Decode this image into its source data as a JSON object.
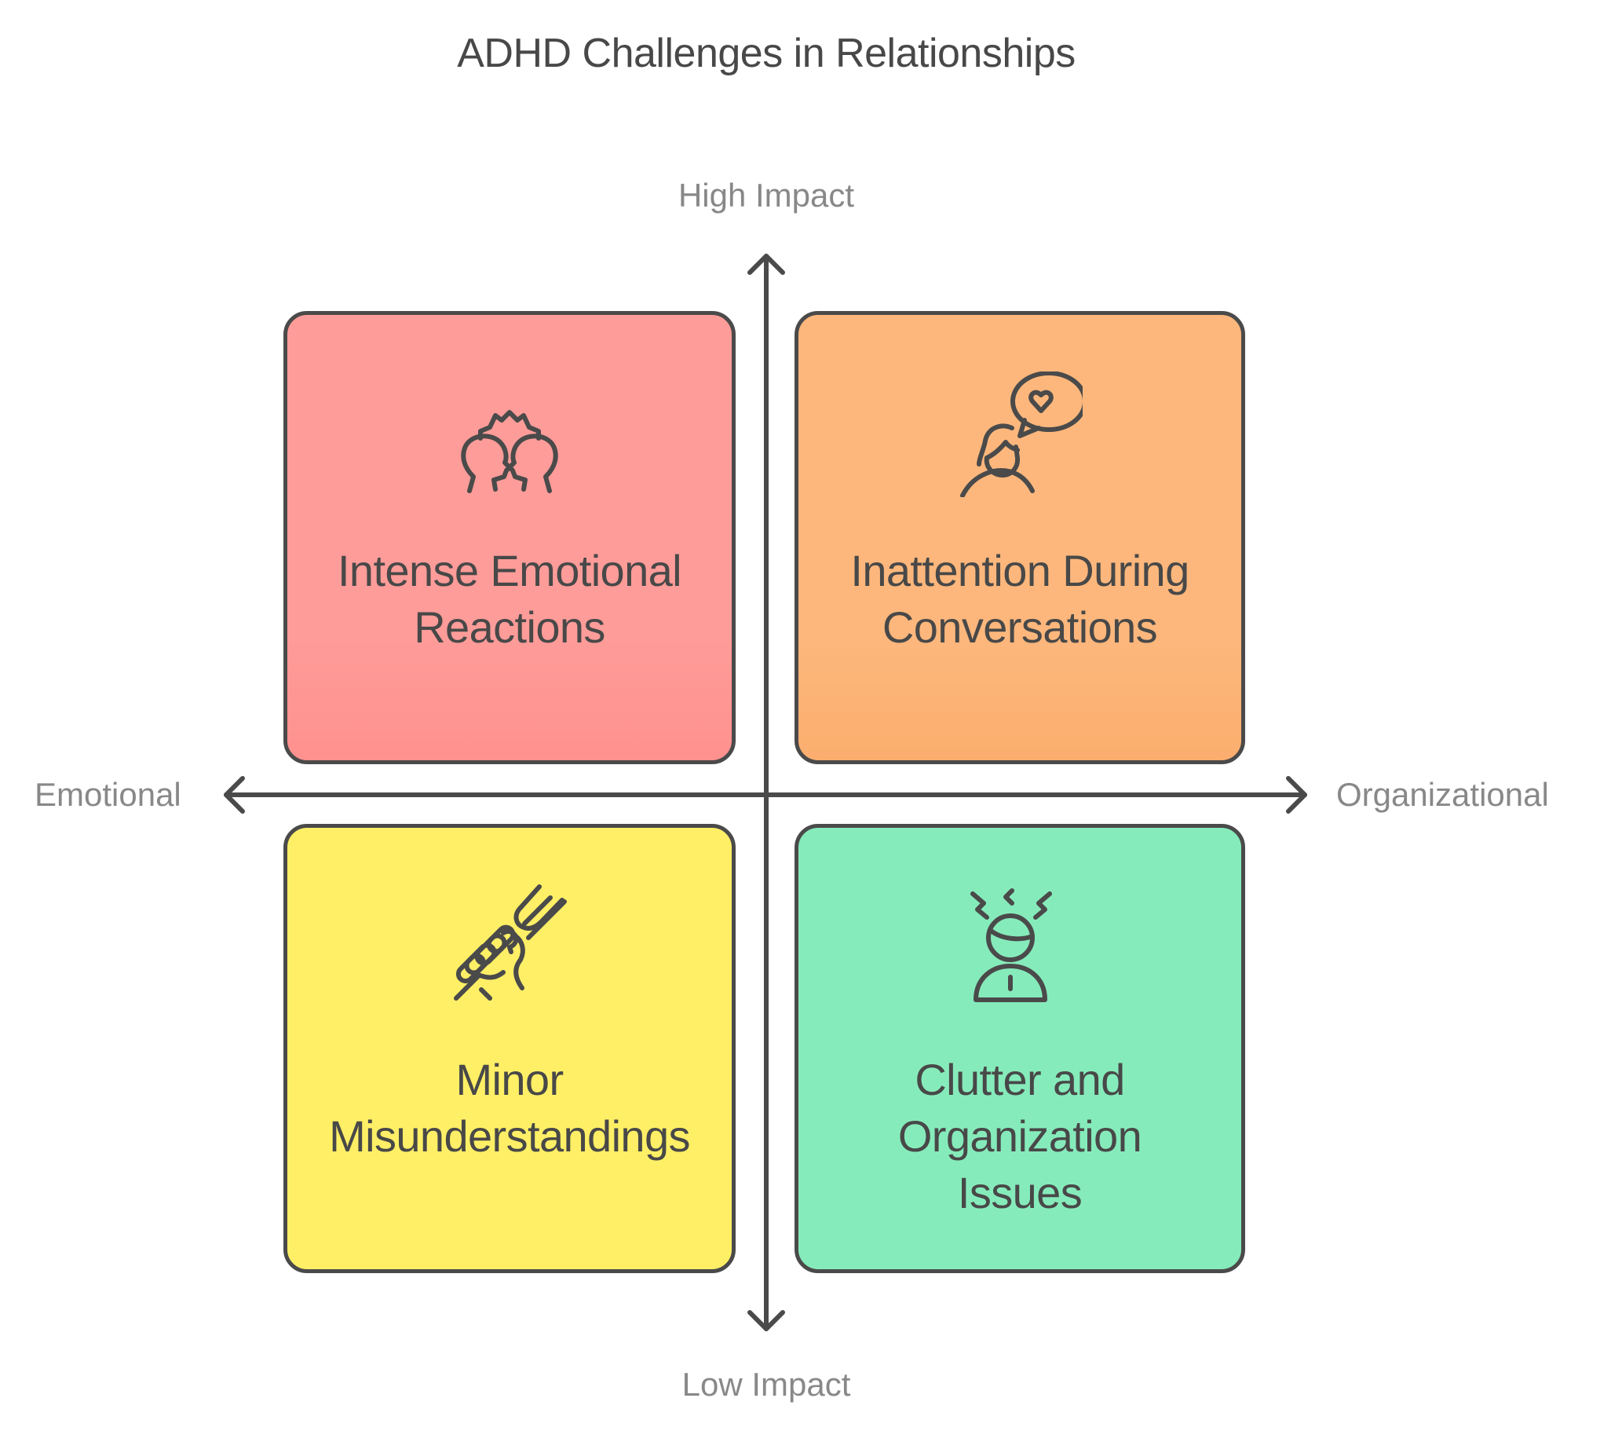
{
  "title": "ADHD Challenges in Relationships",
  "axes": {
    "top": "High Impact",
    "bottom": "Low Impact",
    "left": "Emotional",
    "right": "Organizational"
  },
  "quadrants": [
    {
      "position": "top-left",
      "lines": [
        "Intense Emotional",
        "Reactions"
      ],
      "icon": "two-heads-conflict-icon",
      "color_top": "#fe9c99",
      "color_bottom": "#ff918e"
    },
    {
      "position": "top-right",
      "lines": [
        "Inattention During",
        "Conversations"
      ],
      "icon": "person-speech-heart-icon",
      "color_top": "#fdb77c",
      "color_bottom": "#fbae6e"
    },
    {
      "position": "bottom-left",
      "lines": [
        "Minor",
        "Misunderstandings"
      ],
      "icon": "fist-fork-icon",
      "color_top": "#ffef66",
      "color_bottom": "#ffef66"
    },
    {
      "position": "bottom-right",
      "lines": [
        "Clutter and",
        "Organization",
        "Issues"
      ],
      "icon": "stressed-person-icon",
      "color_top": "#86ebbb",
      "color_bottom": "#86ebbb"
    }
  ],
  "colors": {
    "stroke": "#4a4a4a",
    "axis_label": "#888888",
    "text": "#484848"
  }
}
